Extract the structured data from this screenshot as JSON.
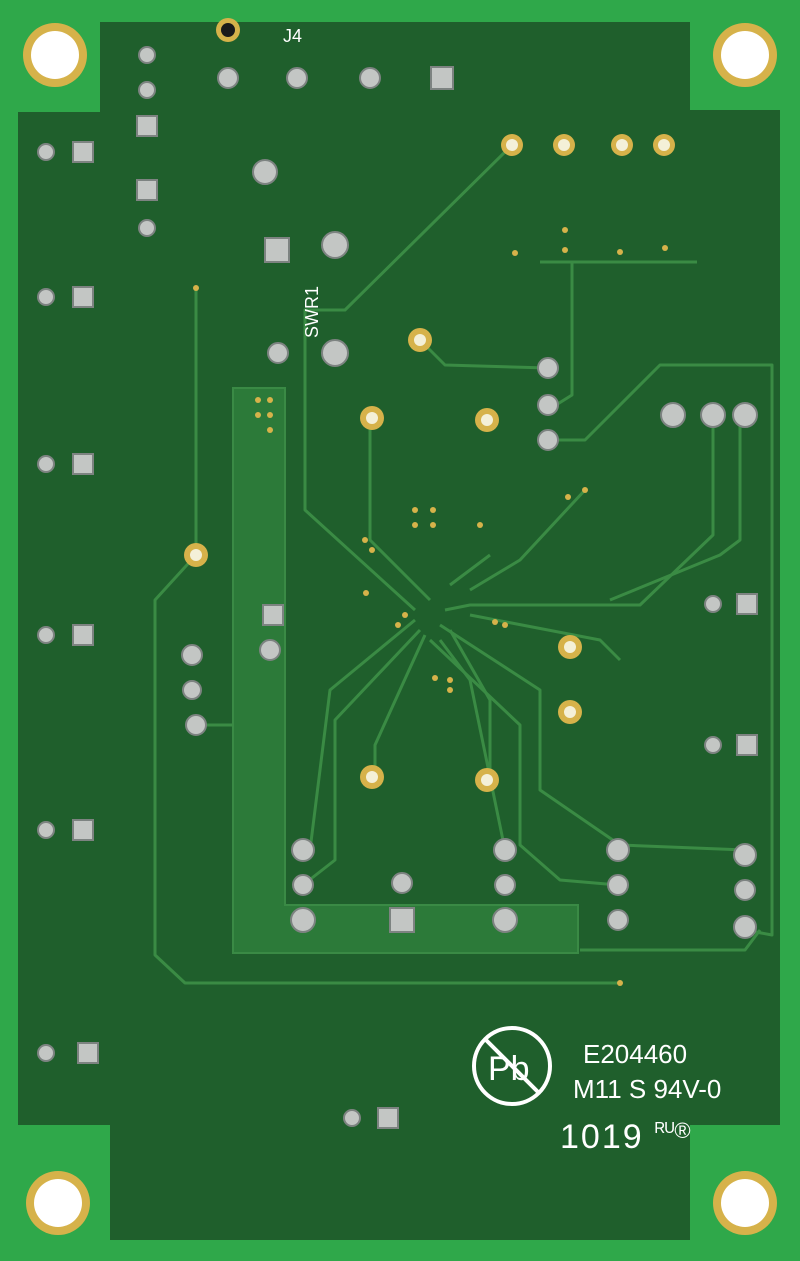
{
  "colors": {
    "substrate": "#2fa84a",
    "mask": "#1f5f2c",
    "trace": "#2f7a3b",
    "copper": "#d6b24a",
    "pad_silver": "#b8bcbc",
    "silkscreen": "#ffffff"
  },
  "silkscreen": {
    "connector_label": "J4",
    "switch_label": "SWR1",
    "ul_file_number": "E204460",
    "rating": "M11 S 94V-0",
    "date_code": "1019",
    "ul_mark": "ᴿᵁ®"
  },
  "icons": {
    "leadfree": "pb-free-icon",
    "ul": "ul-recognized-icon"
  }
}
